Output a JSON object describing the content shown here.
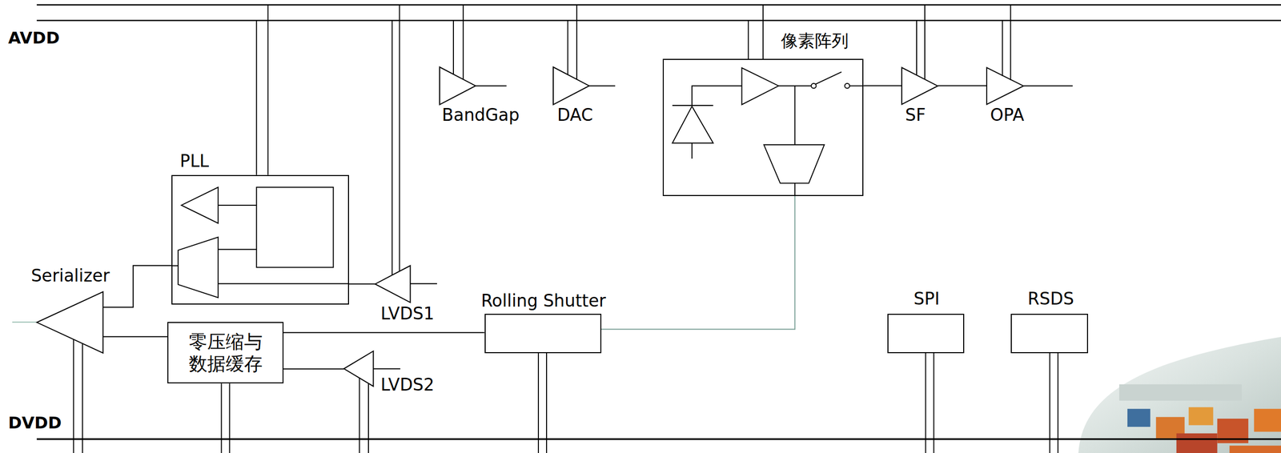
{
  "diagram": {
    "nodes": [
      {
        "text": [
          "PLL"
        ]
      },
      {
        "text": [
          "Serializer"
        ]
      },
      {
        "text": [
          "LVDS1"
        ]
      },
      {
        "text": [
          "BandGap"
        ]
      },
      {
        "text": [
          "DAC"
        ]
      },
      {
        "text": [
          "像素阵列"
        ]
      },
      {
        "text": [
          "SF"
        ]
      },
      {
        "text": [
          "OPA"
        ]
      },
      {
        "text": [
          "零压缩与 数据缓存"
        ]
      },
      {
        "text": [
          "LVDS2"
        ]
      },
      {
        "text": [
          "Rolling Shutter"
        ]
      },
      {
        "text": [
          "SPI"
        ]
      },
      {
        "text": [
          "RSDS"
        ]
      }
    ],
    "edges": [
      {
        "from": 2,
        "to": 0,
        "arrow": "none"
      },
      {
        "from": 0,
        "to": 1,
        "arrow": "none"
      },
      {
        "from": 8,
        "to": 1,
        "arrow": "none"
      },
      {
        "from": 9,
        "to": 8,
        "arrow": "none"
      },
      {
        "from": 10,
        "to": 8,
        "arrow": "none"
      },
      {
        "from": 5,
        "to": 10,
        "arrow": "none"
      },
      {
        "from": 5,
        "to": 6,
        "arrow": "none"
      },
      {
        "from": 6,
        "to": 7,
        "arrow": "none"
      }
    ],
    "labels": [
      "AVDD",
      "DVDD"
    ]
  }
}
